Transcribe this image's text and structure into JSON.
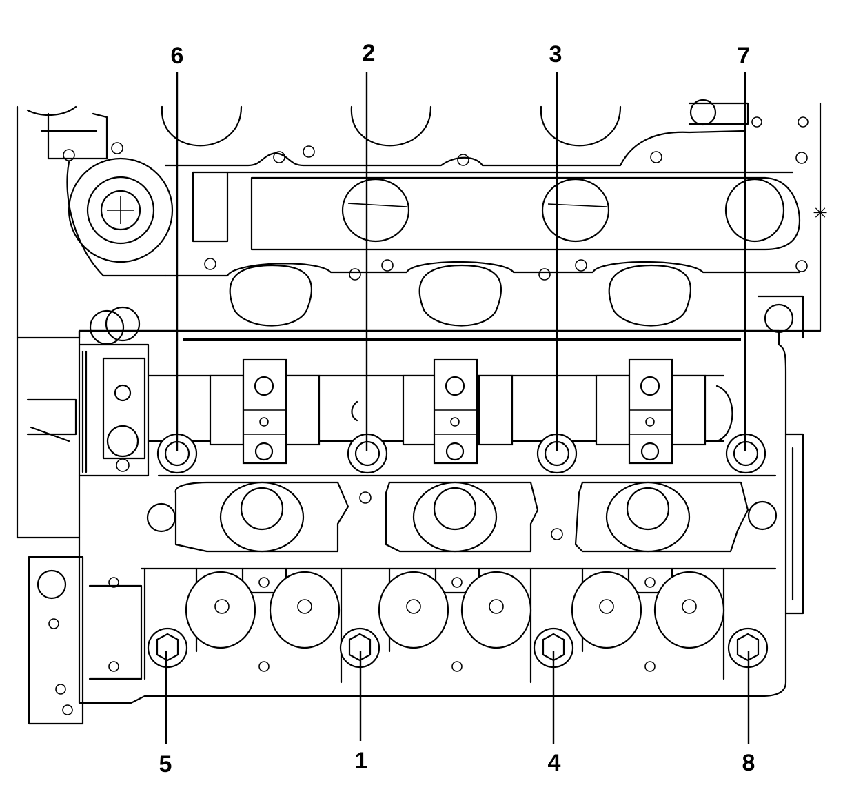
{
  "figure": {
    "description_free": true,
    "callouts_top": [
      "6",
      "2",
      "3",
      "7"
    ],
    "callouts_bottom": [
      "5",
      "1",
      "4",
      "8"
    ],
    "marker": "✳"
  }
}
